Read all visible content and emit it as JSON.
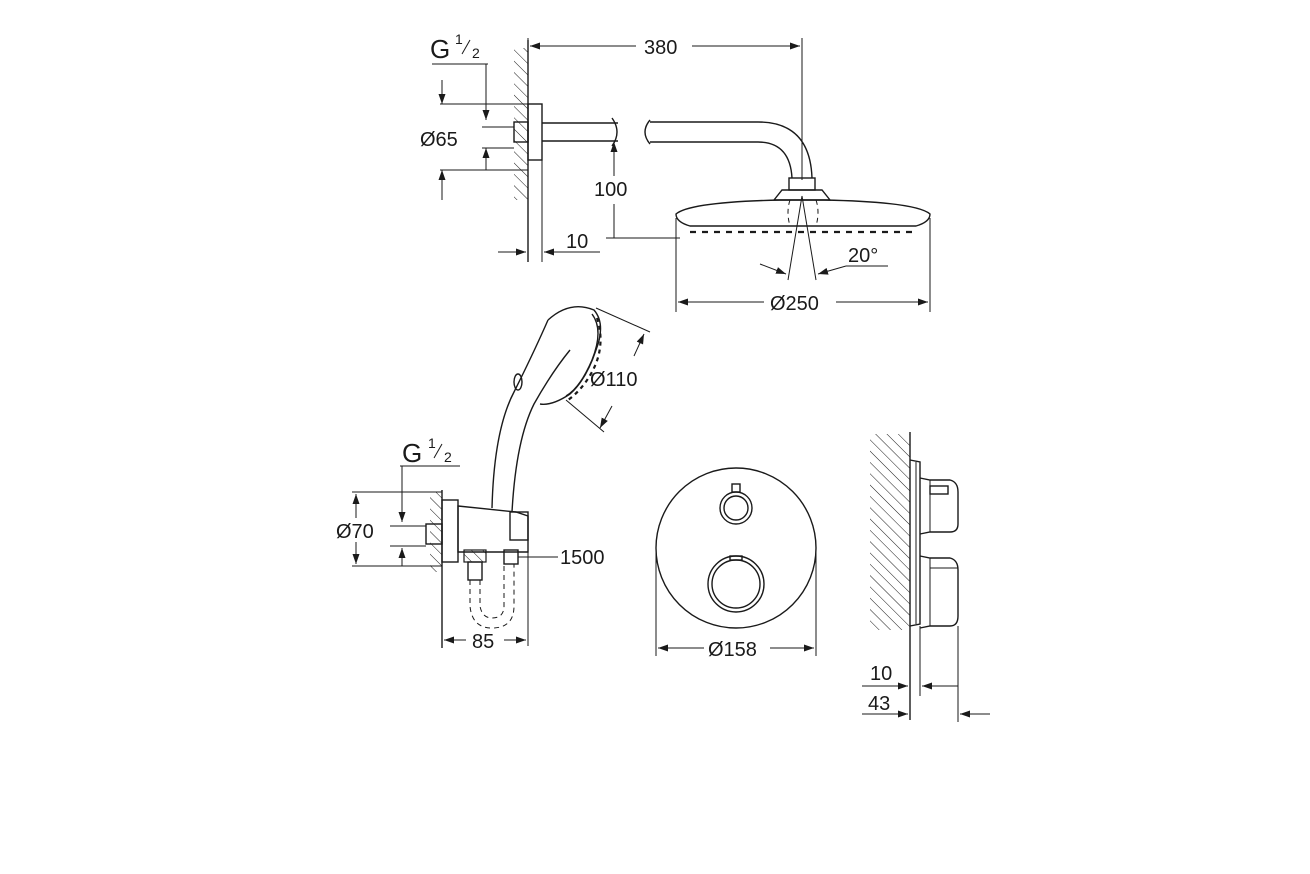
{
  "head_shower": {
    "thread_g": "G",
    "thread_num": "1",
    "thread_den": "2",
    "arm_length": "380",
    "flange_diameter": "Ø65",
    "drop_height": "100",
    "wall_offset": "10",
    "tilt_angle": "20°",
    "head_diameter": "Ø250"
  },
  "hand_shower": {
    "thread_g": "G",
    "thread_num": "1",
    "thread_den": "2",
    "head_diameter": "Ø110",
    "elbow_diameter": "Ø70",
    "hose_length": "1500",
    "projection": "85"
  },
  "thermostat_front": {
    "plate_diameter": "Ø158"
  },
  "thermostat_side": {
    "plate_depth": "10",
    "handle_depth": "43"
  }
}
